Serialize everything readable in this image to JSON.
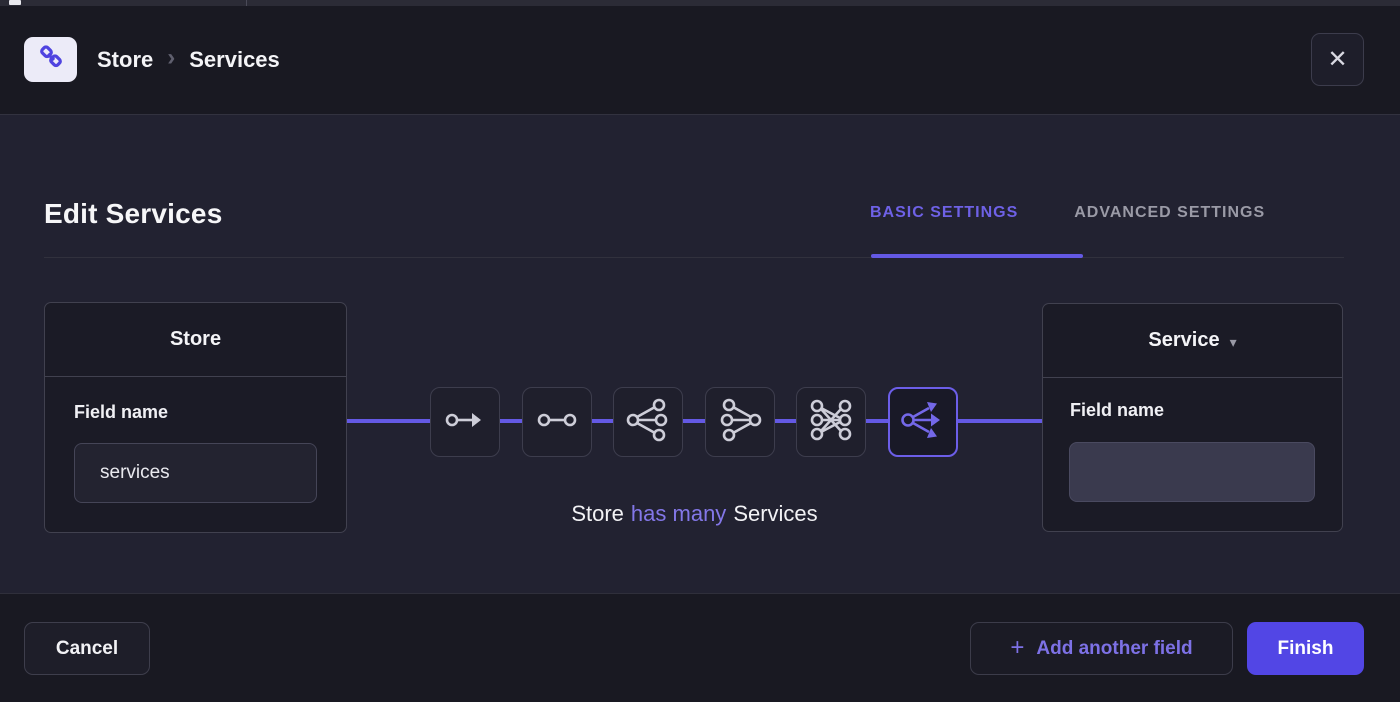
{
  "header": {
    "breadcrumb": {
      "source": "Store",
      "separator": "›",
      "target": "Services"
    },
    "close_label": "✕"
  },
  "dialog": {
    "title": "Edit Services",
    "tabs": [
      {
        "label": "BASIC SETTINGS",
        "active": true
      },
      {
        "label": "ADVANCED SETTINGS",
        "active": false
      }
    ],
    "left_card": {
      "title": "Store",
      "field_label": "Field name",
      "field_value": "services"
    },
    "right_card": {
      "title": "Service",
      "dropdown_caret": "▾",
      "field_label": "Field name",
      "field_value": ""
    },
    "relationship_options": [
      {
        "icon": "one-way-arrow-icon",
        "selected": false
      },
      {
        "icon": "one-to-one-icon",
        "selected": false
      },
      {
        "icon": "one-to-many-icon",
        "selected": false
      },
      {
        "icon": "many-to-one-icon",
        "selected": false
      },
      {
        "icon": "many-to-many-icon",
        "selected": false
      },
      {
        "icon": "has-many-arrows-icon",
        "selected": true
      }
    ],
    "caption": {
      "source": "Store",
      "relation": "has many",
      "target": "Services"
    }
  },
  "footer": {
    "cancel_label": "Cancel",
    "add_field_plus": "+",
    "add_field_label": "Add another field",
    "finish_label": "Finish"
  },
  "colors": {
    "accent": "#6459e4",
    "accent_text": "#7d71e6",
    "finish_button": "#5246e5",
    "header_bg": "#191922",
    "main_bg": "#222231",
    "card_bg": "#1b1b26",
    "badge_bg": "#ecebf8"
  }
}
